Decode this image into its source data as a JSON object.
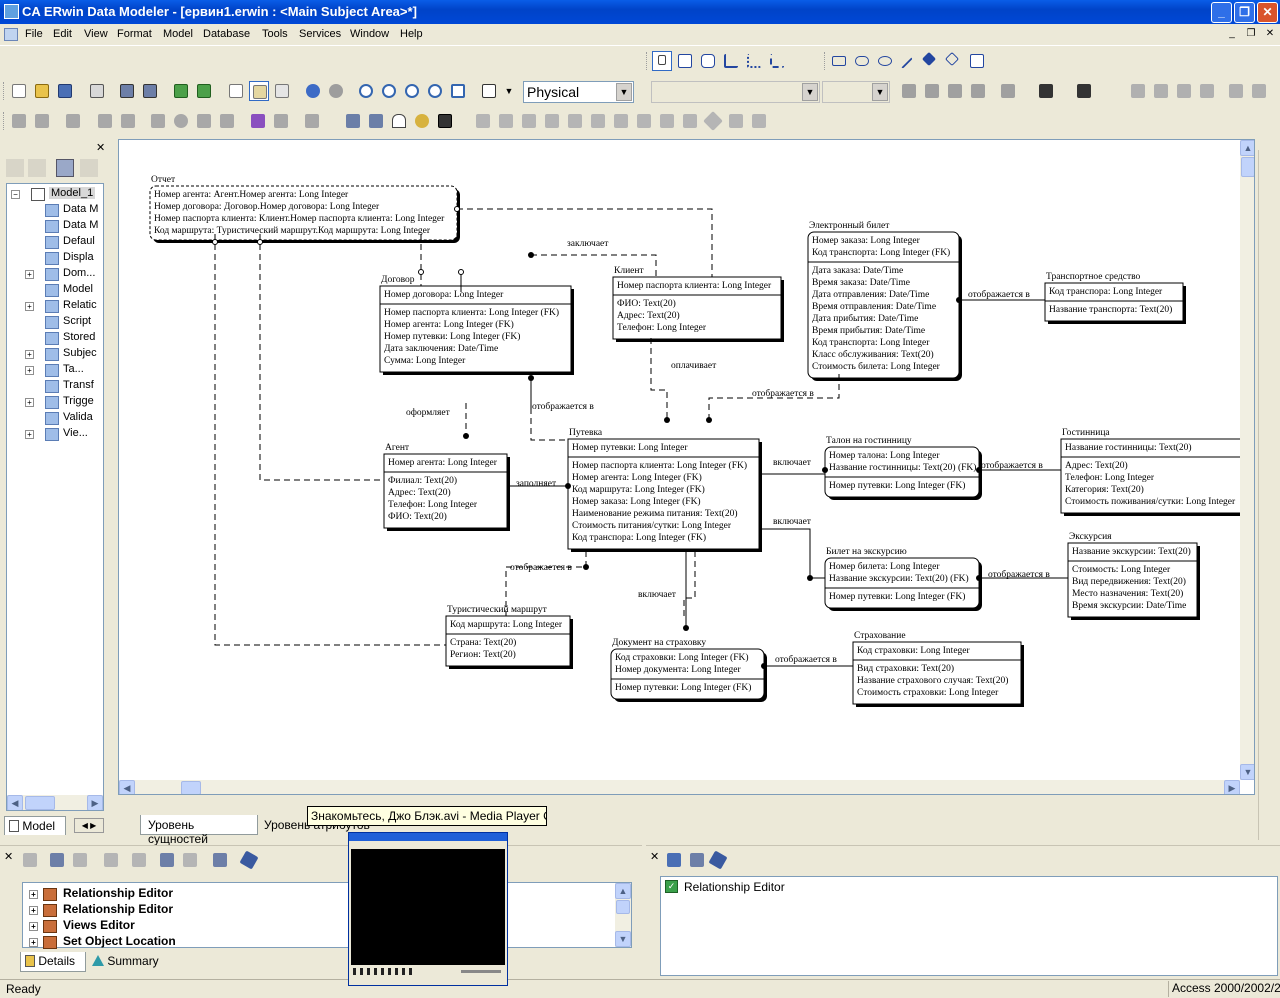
{
  "window": {
    "title": "CA ERwin Data Modeler - [ервин1.erwin : <Main Subject Area>*]",
    "minimize_glyph": "_",
    "restore_glyph": "❐",
    "close_glyph": "✕"
  },
  "menu": {
    "items": [
      "File",
      "Edit",
      "View",
      "Format",
      "Model",
      "Database",
      "Tools",
      "Services",
      "Window",
      "Help"
    ]
  },
  "toolbar": {
    "model_view_combo": "Physical",
    "combo_arrow": "▼"
  },
  "left_panel": {
    "tree": [
      {
        "label": "Model_1",
        "level": 0,
        "expander": "−"
      },
      {
        "label": "Data M",
        "level": 1,
        "expander": ""
      },
      {
        "label": "Data M",
        "level": 1,
        "expander": ""
      },
      {
        "label": "Defaul",
        "level": 1,
        "expander": ""
      },
      {
        "label": "Displa",
        "level": 1,
        "expander": ""
      },
      {
        "label": "Dom...",
        "level": 1,
        "expander": "+"
      },
      {
        "label": "Model",
        "level": 1,
        "expander": ""
      },
      {
        "label": "Relatic",
        "level": 1,
        "expander": "+"
      },
      {
        "label": "Script",
        "level": 1,
        "expander": ""
      },
      {
        "label": "Stored",
        "level": 1,
        "expander": ""
      },
      {
        "label": "Subjec",
        "level": 1,
        "expander": "+"
      },
      {
        "label": "Ta...",
        "level": 1,
        "expander": "+"
      },
      {
        "label": "Transf",
        "level": 1,
        "expander": ""
      },
      {
        "label": "Trigge",
        "level": 1,
        "expander": "+"
      },
      {
        "label": "Valida",
        "level": 1,
        "expander": ""
      },
      {
        "label": "Vie...",
        "level": 1,
        "expander": "+"
      }
    ],
    "tab_model": "Model"
  },
  "canvas": {
    "tabs": [
      "Уровень сущностей",
      "Уровень атрибутов"
    ],
    "tooltip": "Знакомьтесь, Джо Блэк.avi - Media Player Cl..."
  },
  "entities": {
    "otchet": {
      "name": "Отчет",
      "key": [
        "Номер агента: Агент.Номер агента: Long Integer",
        "Номер договора: Договор.Номер договора: Long Integer",
        "Номер паспорта клиента: Клиент.Номер паспорта клиента: Long Integer",
        "Код маршрута: Туристический маршрут.Код маршрута: Long Integer"
      ],
      "attrs": []
    },
    "dogovor": {
      "name": "Договор",
      "key": [
        "Номер договора: Long Integer"
      ],
      "attrs": [
        "Номер паспорта клиента: Long Integer (FK)",
        "Номер агента: Long Integer (FK)",
        "Номер путевки: Long Integer (FK)",
        "Дата заключения: Date/Time",
        "Сумма: Long Integer"
      ]
    },
    "klient": {
      "name": "Клиент",
      "key": [
        "Номер паспорта клиента: Long Integer"
      ],
      "attrs": [
        "ФИО: Text(20)",
        "Адрес: Text(20)",
        "Телефон: Long Integer"
      ]
    },
    "ebilet": {
      "name": "Электронный билет",
      "key": [
        "Номер заказа: Long Integer",
        "Код транспорта: Long Integer (FK)"
      ],
      "attrs": [
        "Дата заказа: Date/Time",
        "Время заказа: Date/Time",
        "Дата отправления: Date/Time",
        "Время отправления: Date/Time",
        "Дата прибытия: Date/Time",
        "Время прибытия: Date/Time",
        "Код транспорта: Long Integer",
        "Класс обслуживания: Text(20)",
        "Стоимость билета: Long Integer"
      ]
    },
    "transport": {
      "name": "Транспортное средство",
      "key": [
        "Код транспора: Long Integer"
      ],
      "attrs": [
        "Название транспорта: Text(20)"
      ]
    },
    "agent": {
      "name": "Агент",
      "key": [
        "Номер агента: Long Integer"
      ],
      "attrs": [
        "Филиал: Text(20)",
        "Адрес: Text(20)",
        "Телефон: Long Integer",
        "ФИО: Text(20)"
      ]
    },
    "putevka": {
      "name": "Путевка",
      "key": [
        "Номер путевки: Long Integer"
      ],
      "attrs": [
        "Номер паспорта клиента: Long Integer (FK)",
        "Номер агента: Long Integer (FK)",
        "Код маршрута: Long Integer (FK)",
        "Номер заказа: Long Integer (FK)",
        "Наименование режима питания: Text(20)",
        "Стоимость питания/сутки: Long Integer",
        "Код транспора: Long Integer (FK)"
      ]
    },
    "talon": {
      "name": "Талон на гостинницу",
      "key": [
        "Номер талона: Long Integer",
        "Название гостинницы: Text(20) (FK)"
      ],
      "attrs": [
        "Номер путевки: Long Integer (FK)"
      ]
    },
    "gostinica": {
      "name": "Гостинница",
      "key": [
        "Название гостинницы: Text(20)"
      ],
      "attrs": [
        "Адрес: Text(20)",
        "Телефон: Long Integer",
        "Категория: Text(20)",
        "Стоимость поживания/сутки: Long Integer"
      ]
    },
    "ekskursiya": {
      "name": "Экскурсия",
      "key": [
        "Название экскурсии: Text(20)"
      ],
      "attrs": [
        "Стоимость: Long Integer",
        "Вид передвижения: Text(20)",
        "Место назначения: Text(20)",
        "Время экскурсии: Date/Time"
      ]
    },
    "bilet_eks": {
      "name": "Билет на экскурсию",
      "key": [
        "Номер билета: Long Integer",
        "Название экскурсии: Text(20) (FK)"
      ],
      "attrs": [
        "Номер путевки: Long Integer (FK)"
      ]
    },
    "marshrut": {
      "name": "Туристический маршрут",
      "key": [
        "Код маршрута: Long Integer"
      ],
      "attrs": [
        "Страна: Text(20)",
        "Регион: Text(20)"
      ]
    },
    "dokument": {
      "name": "Документ на страховку",
      "key": [
        "Код страховки: Long Integer (FK)",
        "Номер документа: Long Integer"
      ],
      "attrs": [
        "Номер путевки: Long Integer (FK)"
      ]
    },
    "strahovanie": {
      "name": "Страхование",
      "key": [
        "Код страховки: Long Integer"
      ],
      "attrs": [
        "Вид страховки: Text(20)",
        "Название страхового случая: Text(20)",
        "Стоимость страховки: Long Integer"
      ]
    }
  },
  "relationships": {
    "zaklyuchaet": "заключает",
    "oplachivaet": "оплачивает",
    "otobrazhaetsya": "отображается в",
    "oformlyaet": "оформляет",
    "zapolnyaet": "заполняет",
    "vklyuchaet": "включает"
  },
  "bottom_left": {
    "items": [
      "Relationship Editor",
      "Relationship Editor",
      "Views Editor",
      "Set Object Location"
    ],
    "tab_details": "Details",
    "tab_summary": "Summary"
  },
  "bottom_right": {
    "items": [
      "Relationship Editor"
    ]
  },
  "statusbar": {
    "left": "Ready",
    "right": "Access 2000/2002/2"
  }
}
